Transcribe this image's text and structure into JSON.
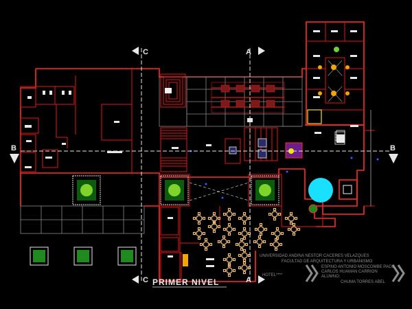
{
  "section_markers": {
    "c_top": "C",
    "a_top": "A",
    "b_left": "B",
    "b_right": "B",
    "c_bottom": "C",
    "a_bottom": "A"
  },
  "level_title": "PRIMER NIVEL",
  "title_block": {
    "university": "UNIVERSIDAD ANDINA NESTOR CACERES VELAZQUES",
    "faculty": "FACULTAD DE ARQUITECTURA Y URBANISMO",
    "project": "HOTEL****",
    "authors": "ESPINO ANTONIO MOSCOMBE PACO",
    "authors2": "CARLOS HUAMAN CARRION",
    "role": "ALUMNO:",
    "student": "CHUMA TORRES ABEL"
  },
  "colors": {
    "background": "#000000",
    "walls": "#ff2a2a",
    "grid": "#8a8a8a",
    "axis": "#e8e8e8",
    "planters": "#1f8a1f",
    "pool": "#19e0ff",
    "furniture": "#f0c080",
    "accent_yellow": "#f2e400"
  }
}
